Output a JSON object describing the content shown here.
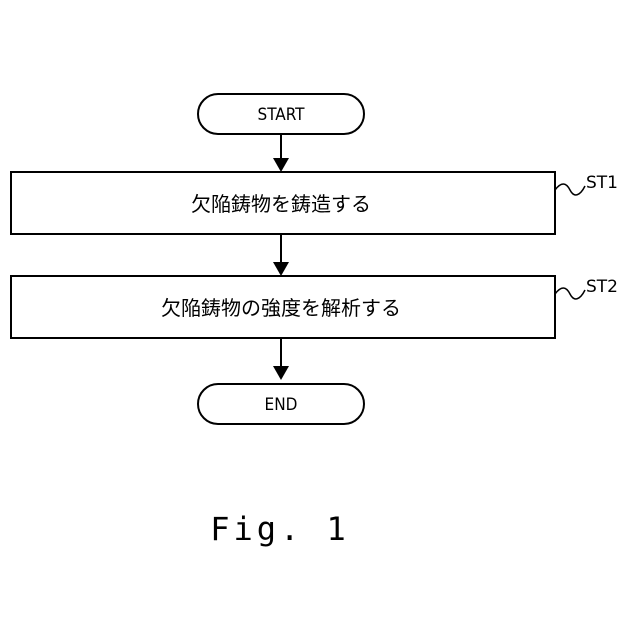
{
  "flowchart": {
    "start": "START",
    "steps": [
      {
        "label": "ST1",
        "text": "欠陥鋳物を鋳造する"
      },
      {
        "label": "ST2",
        "text": "欠陥鋳物の強度を解析する"
      }
    ],
    "end": "END"
  },
  "caption": "Fig. 1"
}
